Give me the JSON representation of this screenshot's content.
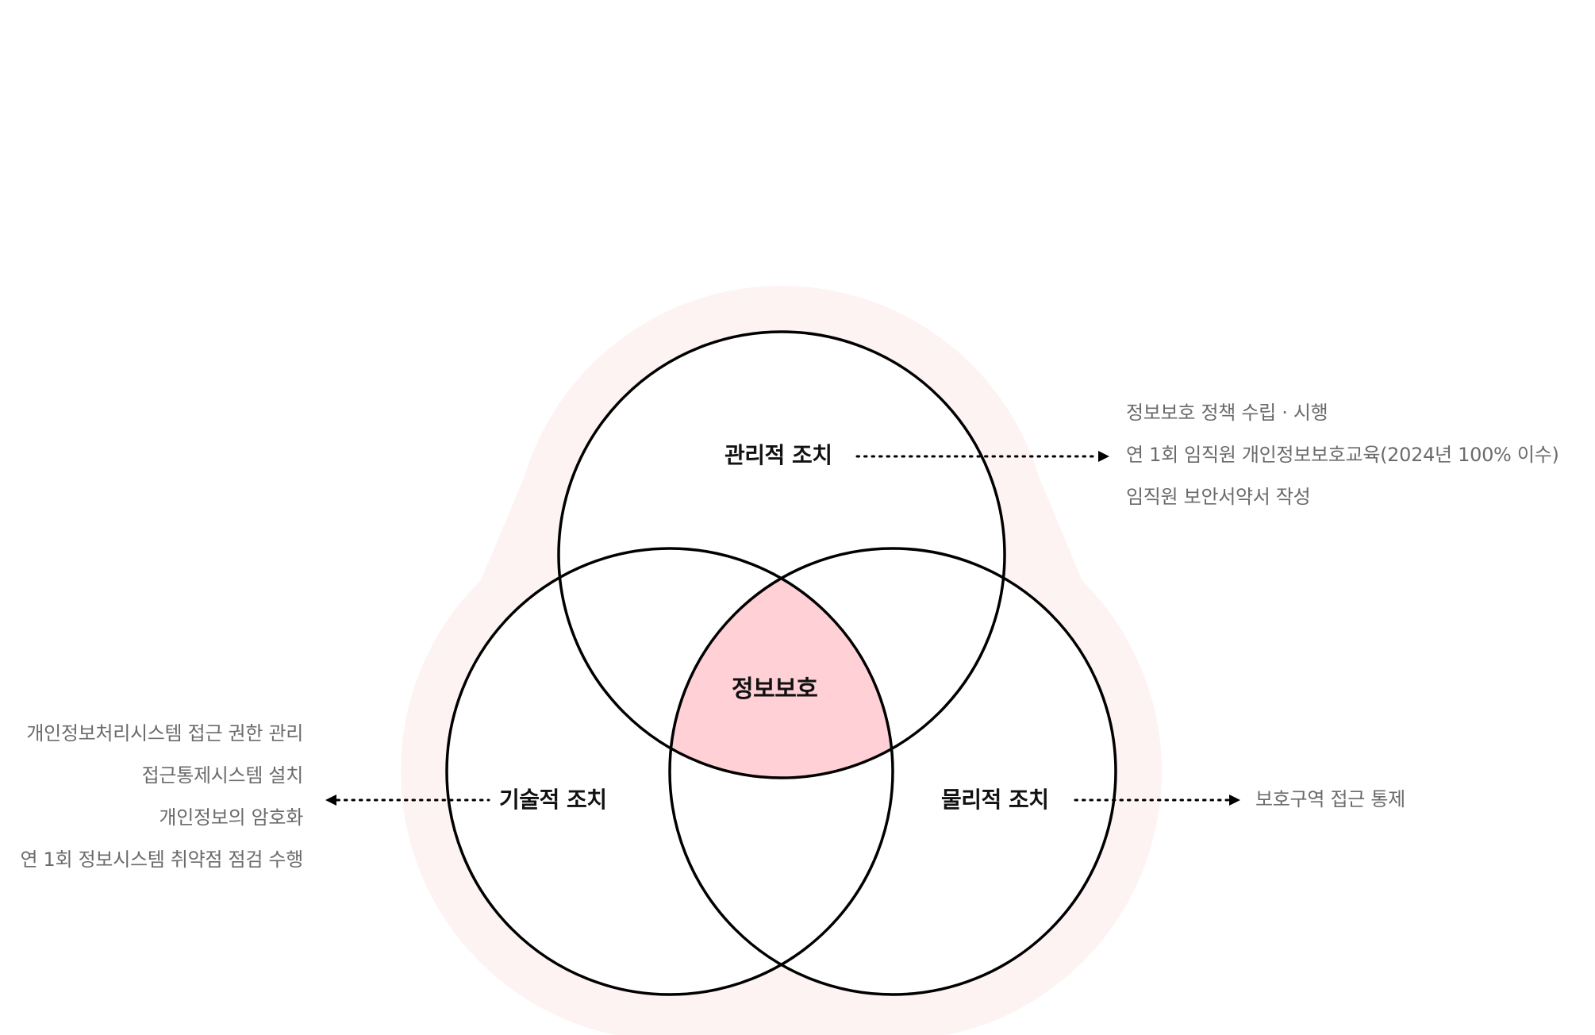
{
  "diagram": {
    "center": {
      "label": "정보보호"
    },
    "circles": [
      {
        "id": "administrative",
        "label": "관리적 조치",
        "items": [
          "정보보호 정책 수립 · 시행",
          "연 1회 임직원 개인정보보호교육(2024년 100% 이수)",
          "임직원 보안서약서 작성"
        ],
        "arrow_direction": "right"
      },
      {
        "id": "technical",
        "label": "기술적 조치",
        "items": [
          "개인정보처리시스템 접근 권한 관리",
          "접근통제시스템 설치",
          "개인정보의 암호화",
          "연 1회 정보시스템 취약점 점검 수행"
        ],
        "arrow_direction": "left"
      },
      {
        "id": "physical",
        "label": "물리적 조치",
        "items": [
          "보호구역 접근 통제"
        ],
        "arrow_direction": "right"
      }
    ],
    "colors": {
      "halo": "#FEF3F3",
      "intersection": "#FFD1D6",
      "circle_stroke": "#000000",
      "label_text": "#111111",
      "item_text": "#6b6b6b"
    }
  }
}
